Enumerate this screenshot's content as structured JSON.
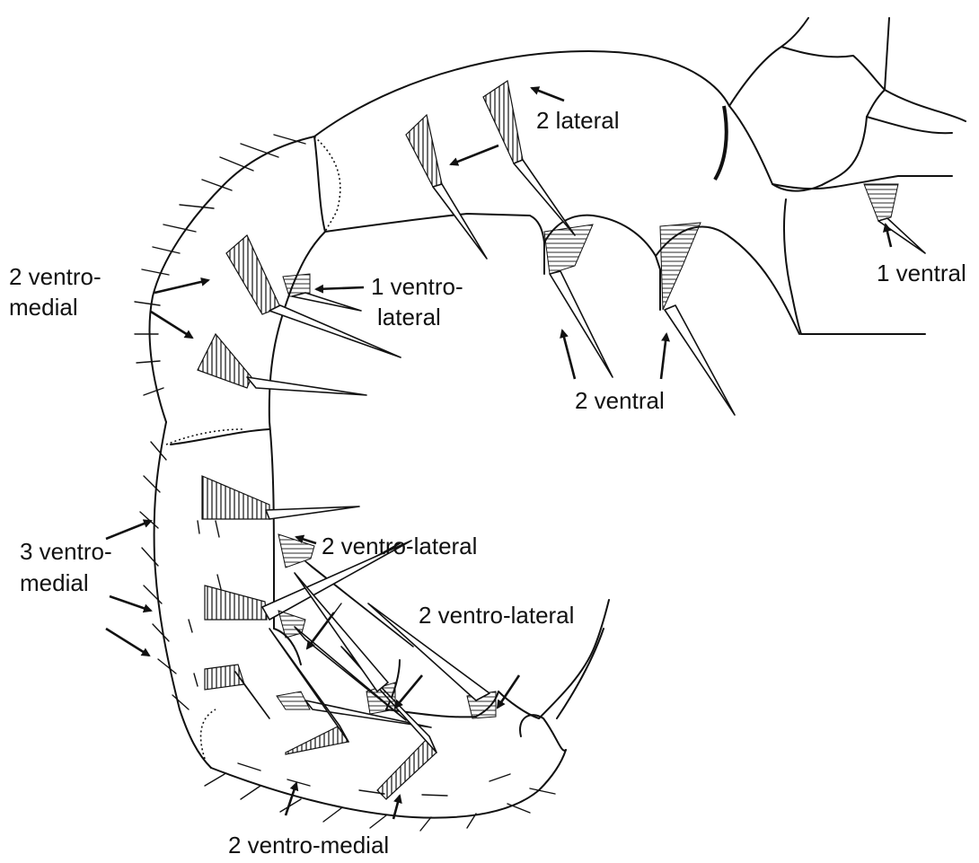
{
  "labels": {
    "lateral_2": "2 lateral",
    "ventral_1": "1 ventral",
    "ventromedial_2_upper_line1": "2 ventro-",
    "ventromedial_2_upper_line2": "medial",
    "ventrolateral_1_line1": "1 ventro-",
    "ventrolateral_1_line2": "lateral",
    "ventral_2": "2 ventral",
    "ventromedial_3_line1": "3 ventro-",
    "ventromedial_3_line2": "medial",
    "ventrolateral_2_upper": "2 ventro-lateral",
    "ventrolateral_2_lower": "2 ventro-lateral",
    "ventromedial_2_bottom": "2 ventro-medial"
  },
  "colors": {
    "ink": "#111111",
    "background": "#ffffff"
  }
}
